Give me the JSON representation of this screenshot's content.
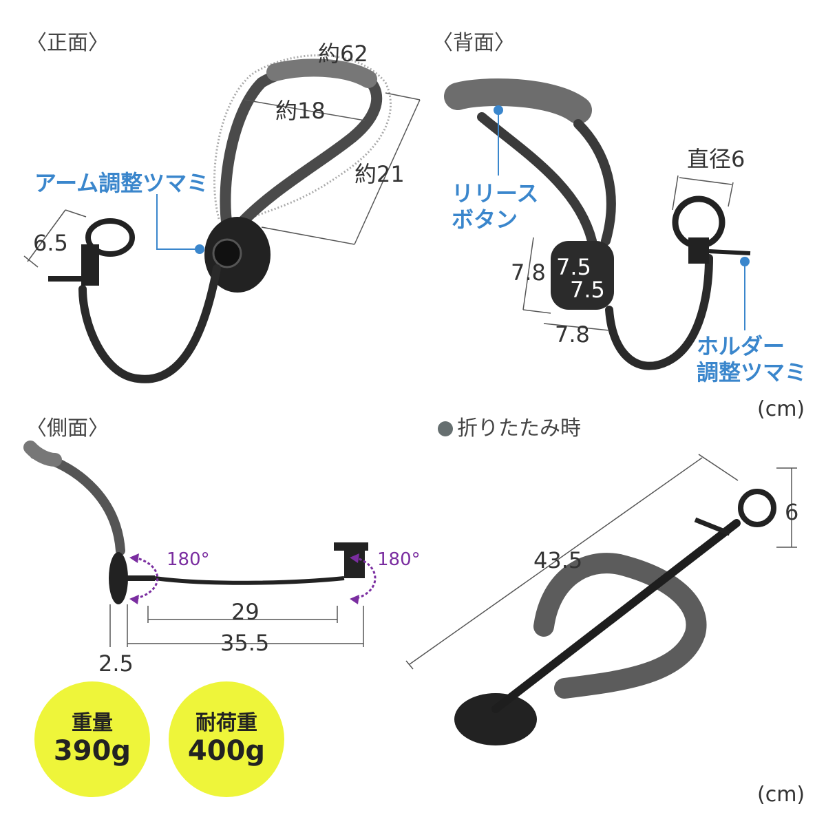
{
  "sections": {
    "front": "〈正面〉",
    "back": "〈背面〉",
    "side": "〈側面〉",
    "folded": "折りたたみ時"
  },
  "front": {
    "dim_circumference": "約62",
    "dim_inner": "約18",
    "dim_depth": "約21",
    "dim_holder": "6.5",
    "callout_arm_knob": "アーム調整ツマミ"
  },
  "back": {
    "callout_release_line1": "リリース",
    "callout_release_line2": "ボタン",
    "dim_diameter": "直径6",
    "dim_pad_w": "7.5",
    "dim_pad_h": "7.5",
    "dim_base_h": "7.8",
    "dim_base_w": "7.8",
    "callout_holder_line1": "ホルダー",
    "callout_holder_line2": "調整ツマミ"
  },
  "units": {
    "top": "(cm)",
    "bottom": "(cm)"
  },
  "side": {
    "rot_left": "180°",
    "rot_right": "180°",
    "dim_arm": "29",
    "dim_total": "35.5",
    "dim_pad": "2.5"
  },
  "folded": {
    "dim_length": "43.5",
    "dim_height": "6"
  },
  "specs": [
    {
      "label": "重量",
      "value": "390g"
    },
    {
      "label": "耐荷重",
      "value": "400g"
    }
  ],
  "colors": {
    "callout": "#3a86cc",
    "rotation": "#7a2da0",
    "badge": "#eef53a",
    "product_dark": "#2a2a2a",
    "product_pad": "#5a5a5a"
  }
}
